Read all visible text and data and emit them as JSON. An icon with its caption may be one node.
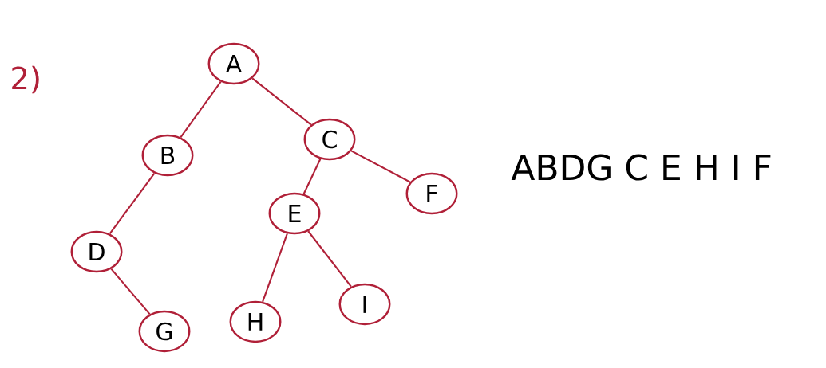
{
  "diagram": {
    "nodes": [
      {
        "text": [
          "A"
        ]
      },
      {
        "text": [
          "B"
        ]
      },
      {
        "text": [
          "C"
        ]
      },
      {
        "text": [
          "D"
        ]
      },
      {
        "text": [
          "E"
        ]
      },
      {
        "text": [
          "F"
        ]
      },
      {
        "text": [
          "G"
        ]
      },
      {
        "text": [
          "H"
        ]
      },
      {
        "text": [
          "I"
        ]
      }
    ],
    "edges": [
      {
        "from": 0,
        "to": 1,
        "arrow": "none"
      },
      {
        "from": 0,
        "to": 2,
        "arrow": "none"
      },
      {
        "from": 1,
        "to": 3,
        "arrow": "none"
      },
      {
        "from": 3,
        "to": 6,
        "arrow": "none"
      },
      {
        "from": 2,
        "to": 4,
        "arrow": "none"
      },
      {
        "from": 2,
        "to": 5,
        "arrow": "none"
      },
      {
        "from": 4,
        "to": 7,
        "arrow": "none"
      },
      {
        "from": 4,
        "to": 8,
        "arrow": "none"
      }
    ],
    "labels": [
      "2)",
      "ABDG C E H I F"
    ]
  }
}
